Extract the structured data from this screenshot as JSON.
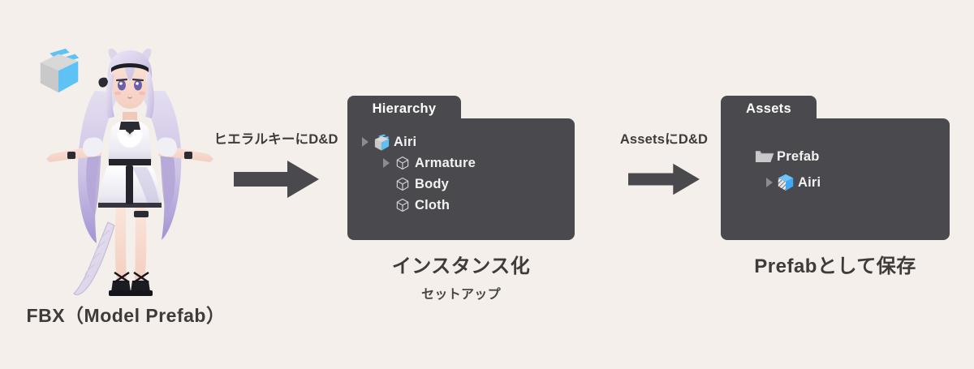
{
  "background_color": "#f4efea",
  "panel_color": "#4a4a4e",
  "accent_blue": "#5fc2f5",
  "asset_blue": "#3fa9f5",
  "text_color": "#3f3b3a",
  "left": {
    "icon_name": "prefab-box-icon",
    "model_name": "airi-3d-model",
    "caption": "FBX（Model Prefab）"
  },
  "arrows": [
    {
      "label": "ヒエラルキーにD&D",
      "icon_name": "right-arrow-icon"
    },
    {
      "label": "AssetsにD&D",
      "icon_name": "right-arrow-icon"
    }
  ],
  "hierarchy_panel": {
    "tab_label": "Hierarchy",
    "items": [
      {
        "label": "Airi",
        "icon": "prefab-box-icon",
        "indent": 0,
        "twisty": true
      },
      {
        "label": "Armature",
        "icon": "gameobject-cube-icon",
        "indent": 1,
        "twisty": true
      },
      {
        "label": "Body",
        "icon": "gameobject-cube-icon",
        "indent": 1,
        "twisty": false
      },
      {
        "label": "Cloth",
        "icon": "gameobject-cube-icon",
        "indent": 1,
        "twisty": false
      }
    ],
    "caption_main": "インスタンス化",
    "caption_sub": "セットアップ"
  },
  "assets_panel": {
    "tab_label": "Assets",
    "items": [
      {
        "label": "Prefab",
        "icon": "folder-open-icon",
        "indent": 0,
        "twisty": false
      },
      {
        "label": "Airi",
        "icon": "prefab-asset-cube-icon",
        "indent": 1,
        "twisty": true
      }
    ],
    "caption_main": "Prefabとして保存"
  }
}
